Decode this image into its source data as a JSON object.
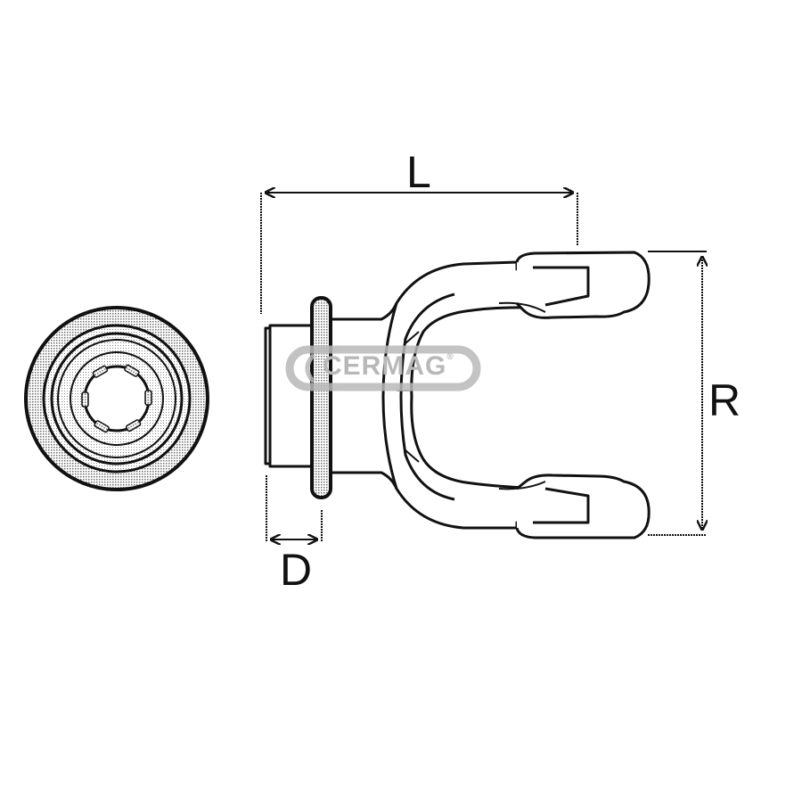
{
  "diagram": {
    "subject": "PTO shaft yoke (fork) with splined bore",
    "views": {
      "end_view": "splined-hub-end-view",
      "side_view": "yoke-side-view"
    },
    "dimension_labels": {
      "length": "L",
      "width": "R",
      "depth": "D"
    },
    "watermark": {
      "brand": "CERMAG",
      "registered_mark": "®"
    },
    "colors": {
      "line": "#111111",
      "stipple": "#9a9a9a",
      "watermark": "#b8b8b8",
      "background": "#ffffff"
    }
  }
}
